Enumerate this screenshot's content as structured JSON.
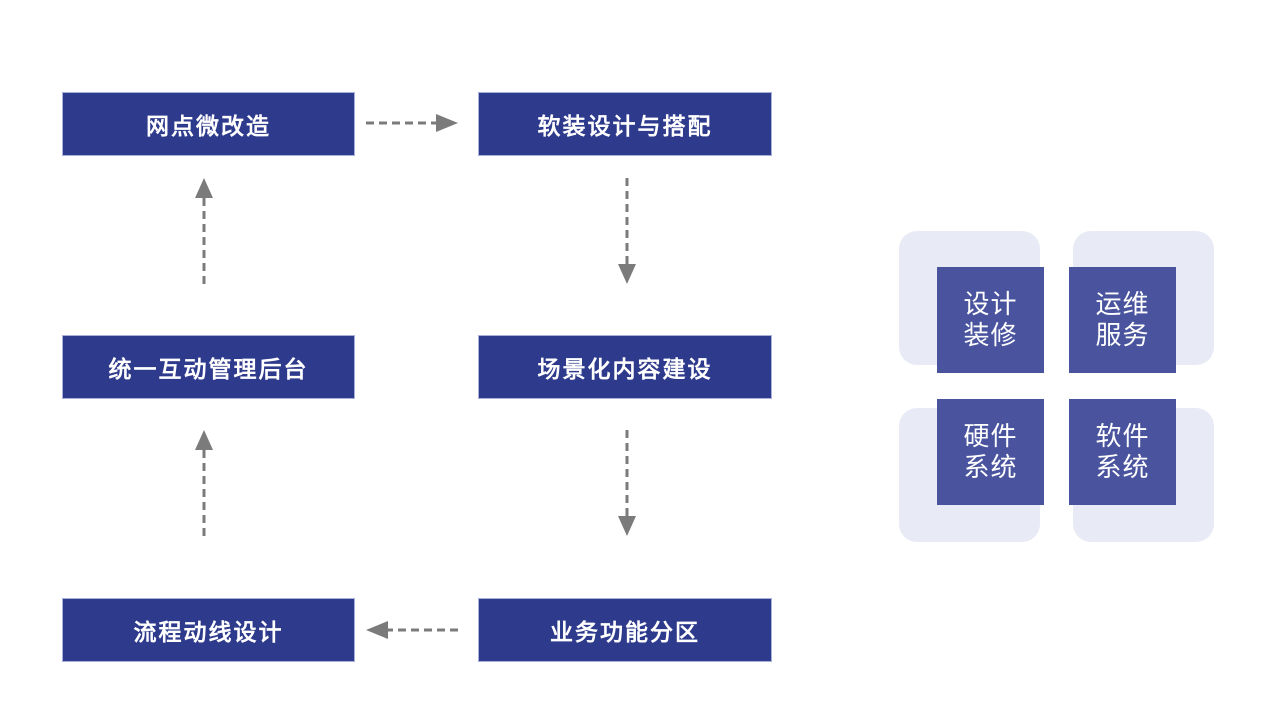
{
  "diagram": {
    "flow_boxes": [
      {
        "label": "网点微改造",
        "position": "top-left"
      },
      {
        "label": "软装设计与搭配",
        "position": "top-right"
      },
      {
        "label": "统一互动管理后台",
        "position": "middle-left"
      },
      {
        "label": "场景化内容建设",
        "position": "middle-right"
      },
      {
        "label": "流程动线设计",
        "position": "bottom-left"
      },
      {
        "label": "业务功能分区",
        "position": "bottom-right"
      }
    ],
    "connections": [
      {
        "from": "网点微改造",
        "to": "软装设计与搭配",
        "style": "dashed"
      },
      {
        "from": "软装设计与搭配",
        "to": "场景化内容建设",
        "style": "dashed"
      },
      {
        "from": "场景化内容建设",
        "to": "业务功能分区",
        "style": "dashed"
      },
      {
        "from": "业务功能分区",
        "to": "流程动线设计",
        "style": "dashed"
      },
      {
        "from": "流程动线设计",
        "to": "统一互动管理后台",
        "style": "dashed"
      },
      {
        "from": "统一互动管理后台",
        "to": "网点微改造",
        "style": "dashed"
      }
    ]
  },
  "matrix": {
    "tiles": [
      {
        "lines": [
          "设计",
          "装修"
        ],
        "position": "top-left"
      },
      {
        "lines": [
          "运维",
          "服务"
        ],
        "position": "top-right"
      },
      {
        "lines": [
          "硬件",
          "系统"
        ],
        "position": "bottom-left"
      },
      {
        "lines": [
          "软件",
          "系统"
        ],
        "position": "bottom-right"
      }
    ]
  },
  "colors": {
    "flow_box": "#2e3a8c",
    "flow_box_border": "#a9b0da",
    "tile_dark": "#4a549e",
    "tile_light": "#e8eaf5",
    "arrow": "#7b7b7b",
    "text": "#ffffff",
    "background": "#ffffff"
  }
}
